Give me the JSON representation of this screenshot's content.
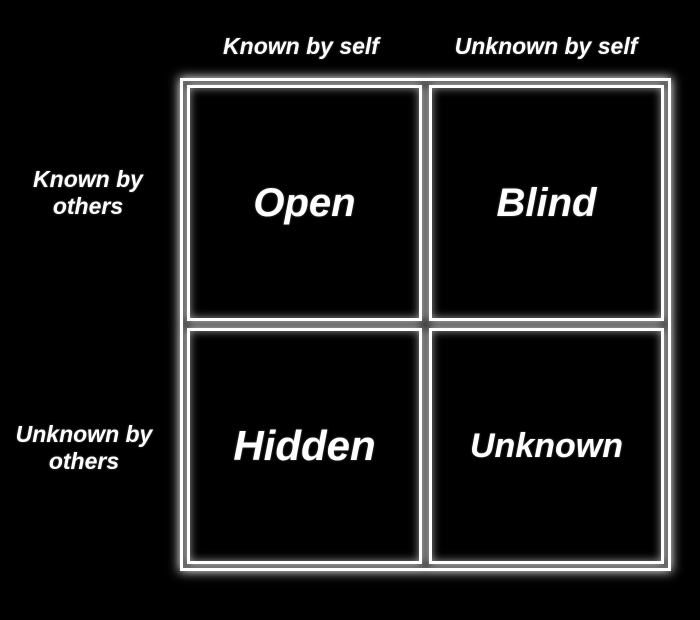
{
  "diagram": {
    "column_headers": [
      {
        "label": "Known by self"
      },
      {
        "label": "Unknown by self"
      }
    ],
    "row_headers": [
      {
        "label": "Known by others"
      },
      {
        "label": "Unknown by others"
      }
    ],
    "quadrants": [
      {
        "id": "open",
        "label": "Open"
      },
      {
        "id": "blind",
        "label": "Blind"
      },
      {
        "id": "hidden",
        "label": "Hidden"
      },
      {
        "id": "unknown",
        "label": "Unknown"
      }
    ],
    "colors": {
      "background": "#000000",
      "border": "#ffffff",
      "text": "#ffffff"
    }
  }
}
